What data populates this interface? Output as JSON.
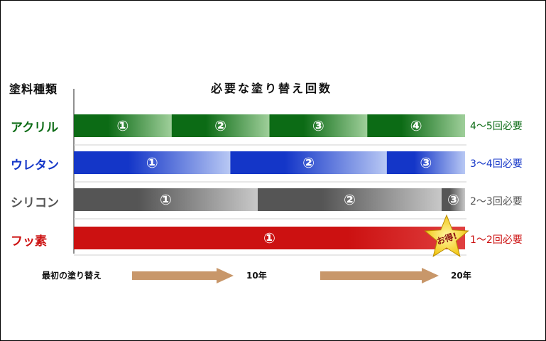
{
  "chart_data": {
    "type": "bar",
    "title": "必要な塗り替え回数",
    "ylabel": "塗料種類",
    "xlim": [
      0,
      20
    ],
    "x_start_label": "最初の塗り替え",
    "x_ticks": [
      {
        "value": 10,
        "label": "10年"
      },
      {
        "value": 20,
        "label": "20年"
      }
    ],
    "series": [
      {
        "name": "アクリル",
        "color": "#0c6b15",
        "color_light": "#9fcf9a",
        "summary": "4〜5回必要",
        "segments": [
          {
            "label": "①",
            "start": 0,
            "end": 5
          },
          {
            "label": "②",
            "start": 5,
            "end": 10
          },
          {
            "label": "③",
            "start": 10,
            "end": 15
          },
          {
            "label": "④",
            "start": 15,
            "end": 20
          }
        ]
      },
      {
        "name": "ウレタン",
        "color": "#1436c8",
        "color_light": "#b8c8f4",
        "summary": "3〜4回必要",
        "segments": [
          {
            "label": "①",
            "start": 0,
            "end": 8
          },
          {
            "label": "②",
            "start": 8,
            "end": 16
          },
          {
            "label": "③",
            "start": 16,
            "end": 20
          }
        ]
      },
      {
        "name": "シリコン",
        "color": "#555555",
        "color_light": "#c8c8c8",
        "summary": "2〜3回必要",
        "segments": [
          {
            "label": "①",
            "start": 0,
            "end": 9.4
          },
          {
            "label": "②",
            "start": 9.4,
            "end": 18.8
          },
          {
            "label": "③",
            "start": 18.8,
            "end": 20
          }
        ]
      },
      {
        "name": "フッ素",
        "color": "#cc1111",
        "color_light": "#cc1111",
        "summary": "1〜2回必要",
        "segments": [
          {
            "label": "①",
            "start": 0,
            "end": 20
          }
        ]
      }
    ],
    "badge": {
      "label": "お得!",
      "series": "フッ素",
      "color": "#f0c000"
    },
    "arrow_color": "#c8976a"
  }
}
